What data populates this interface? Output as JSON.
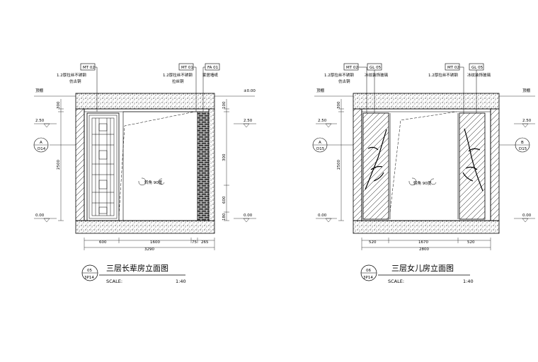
{
  "left_elevation": {
    "tags": [
      "MT 02",
      "MT 01",
      "FA 01"
    ],
    "notes": [
      "1.2厚拉丝不锈钢",
      "仿古铜",
      "1.2厚拉丝不锈钢",
      "拉丝铜",
      "家居墙纸"
    ],
    "level_labels": [
      "顶棚",
      "±0.00"
    ],
    "levels": [
      "2.50",
      "0.00",
      "2.50",
      "0.00"
    ],
    "section_marker": {
      "letter": "A",
      "sheet": "D14"
    },
    "rotate_label": "转角 90度",
    "dims_left": [
      "300",
      "2500"
    ],
    "dims_right": [
      "100",
      "300",
      "600",
      "180"
    ],
    "dims_bottom": [
      "600",
      "1600",
      "75",
      "265"
    ],
    "total_width": "3290",
    "title_marker": {
      "num": "05",
      "sheet": "3P14"
    },
    "title": "三层长辈房立面图",
    "scale_label": "SCALE:",
    "scale_value": "1:40"
  },
  "right_elevation": {
    "tags": [
      "MT 02",
      "GL 05",
      "MT 02",
      "GL 05"
    ],
    "notes": [
      "1.2厚拉丝不锈钢",
      "仿古铜",
      "冰纹装饰玻璃",
      "1.2厚拉丝不锈钢",
      "冰纹装饰玻璃"
    ],
    "level_labels": [
      "顶棚",
      "顶棚"
    ],
    "levels": [
      "2.50",
      "0.00",
      "2.50",
      "0.00"
    ],
    "section_marker_left": {
      "letter": "A",
      "sheet": "D15"
    },
    "section_marker_right": {
      "letter": "B",
      "sheet": "D15"
    },
    "rotate_label": "转角 90度",
    "dims_left": [
      "300",
      "2500"
    ],
    "dims_bottom": [
      "520",
      "1670",
      "520"
    ],
    "total_width": "2800",
    "title_marker": {
      "num": "06",
      "sheet": "3P14"
    },
    "title": "三层女儿房立面图",
    "scale_label": "SCALE:",
    "scale_value": "1:40"
  }
}
